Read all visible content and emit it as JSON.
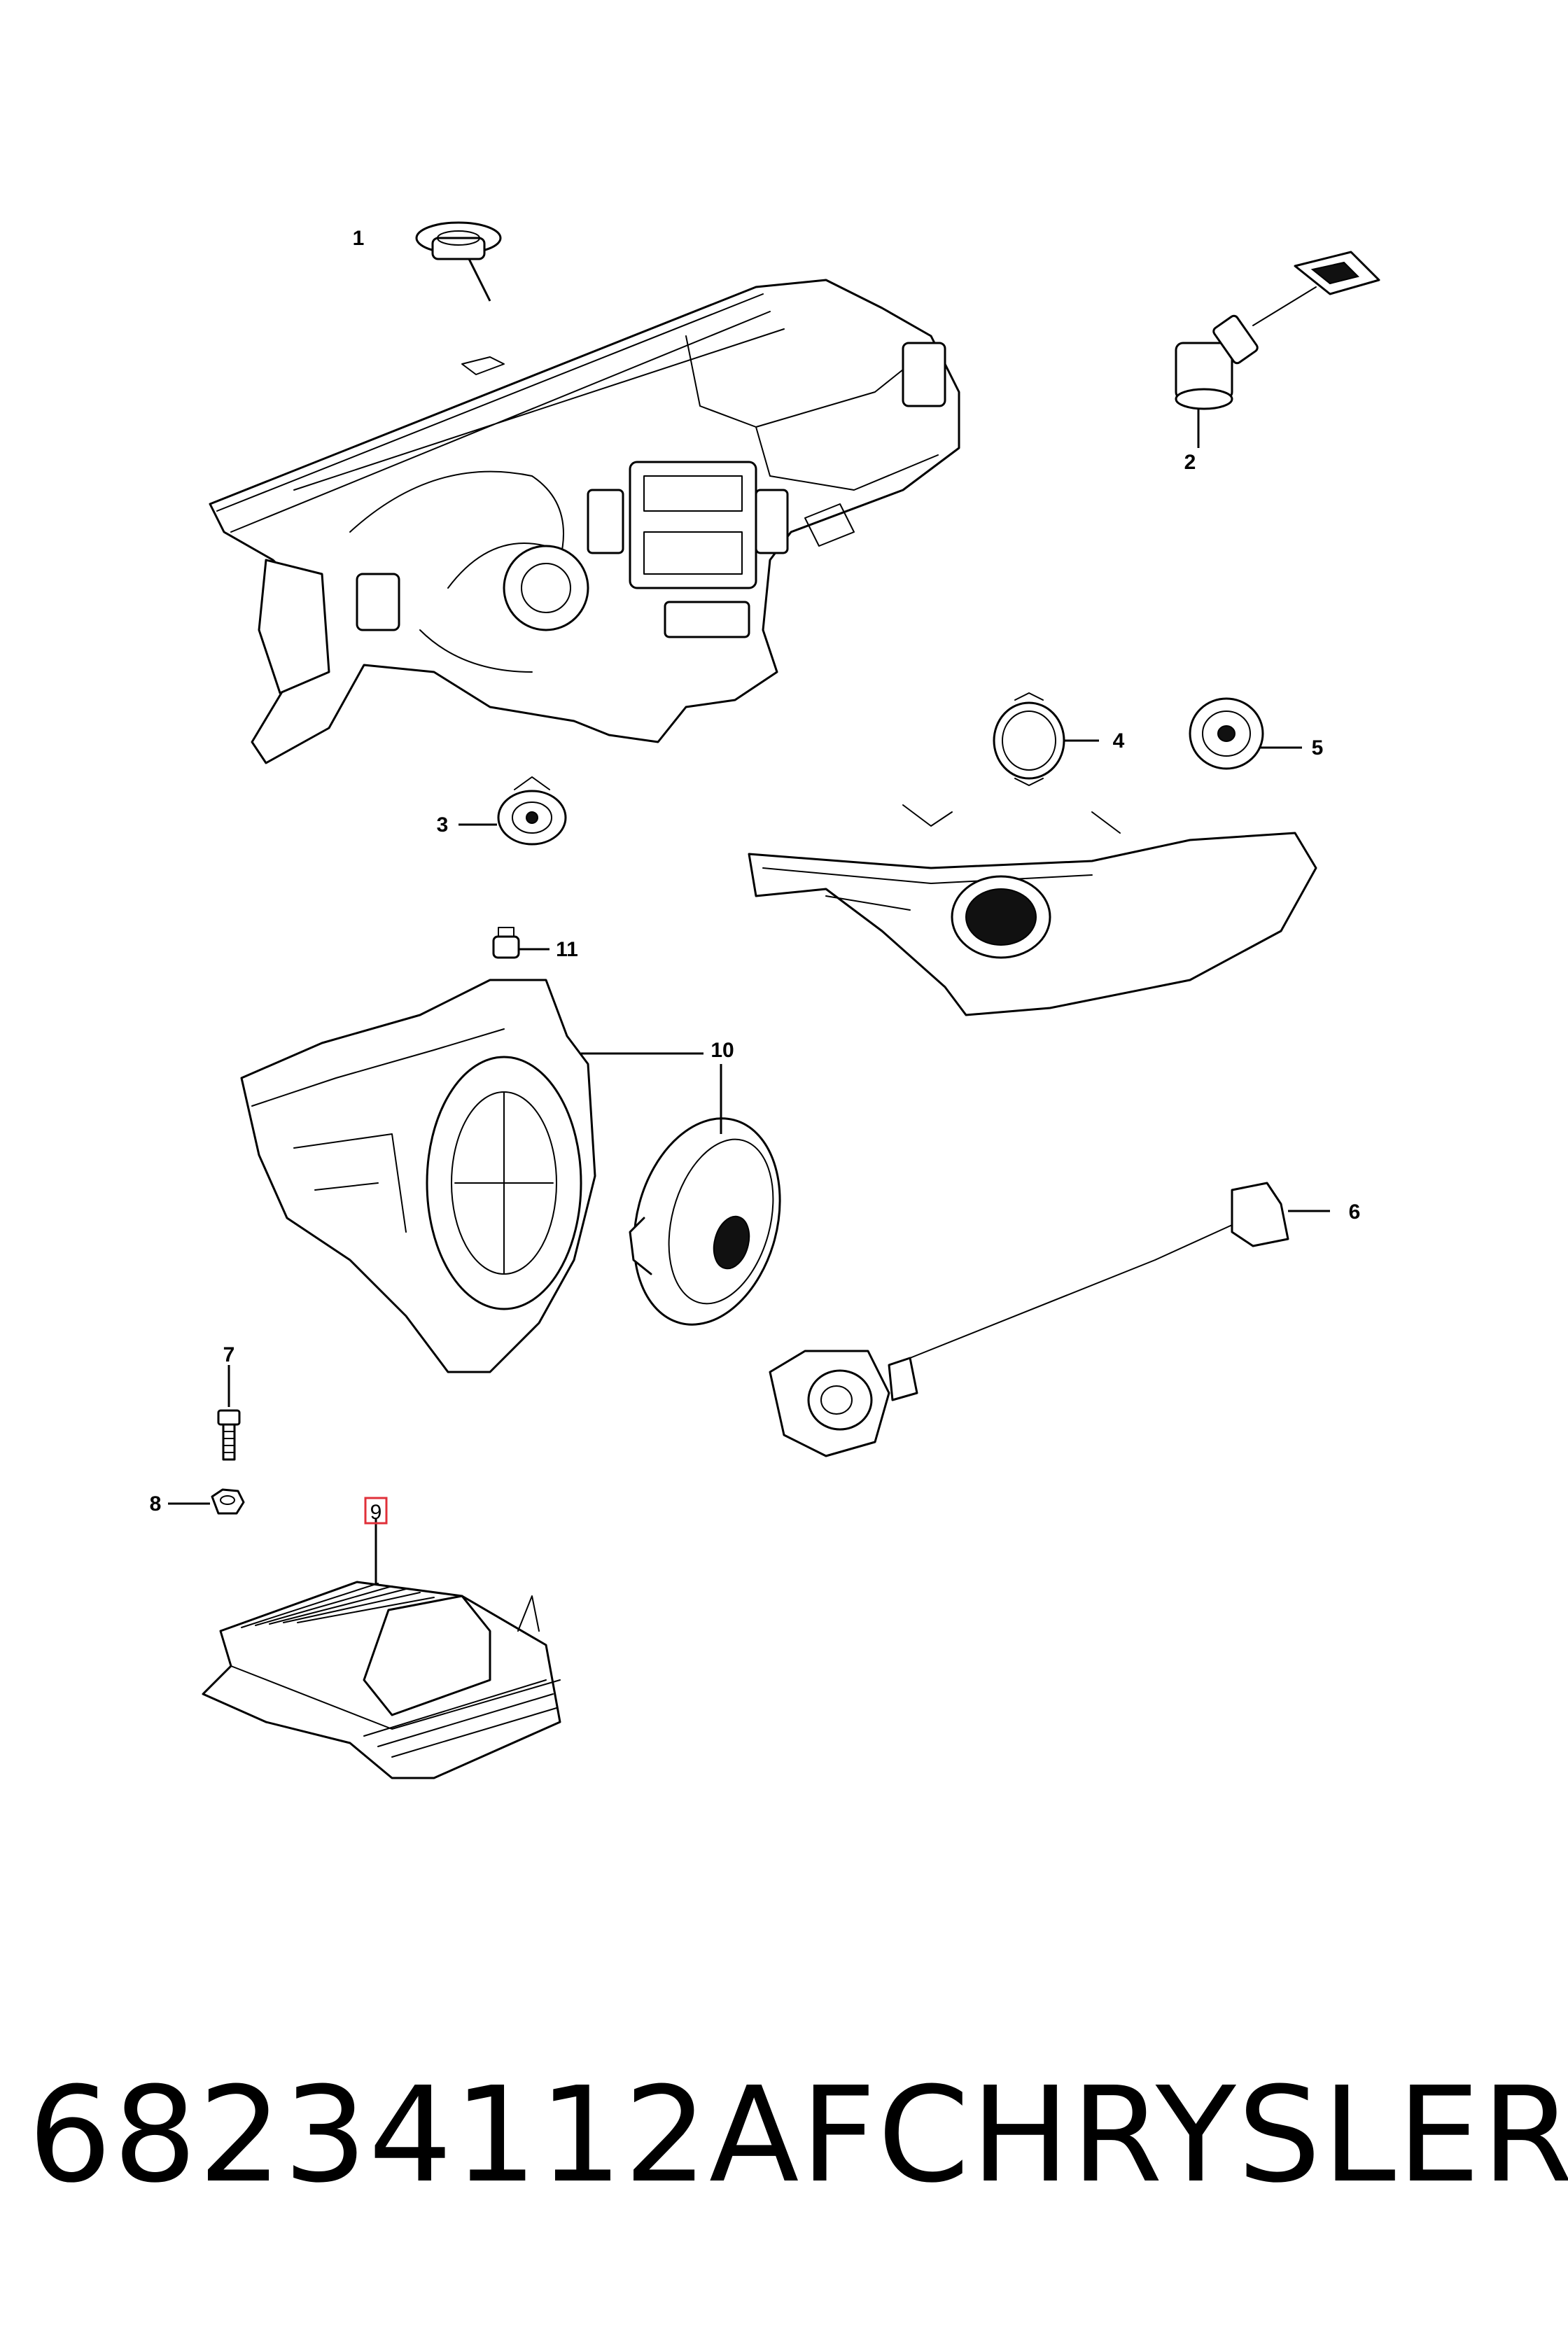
{
  "callouts": [
    "1",
    "2",
    "3",
    "4",
    "5",
    "6",
    "7",
    "8",
    "9",
    "10",
    "11"
  ],
  "highlight": {
    "callout": "9",
    "color": "#e0303a"
  },
  "caption": {
    "part_number": "68234112AF",
    "brand": "CHRYSLER"
  }
}
